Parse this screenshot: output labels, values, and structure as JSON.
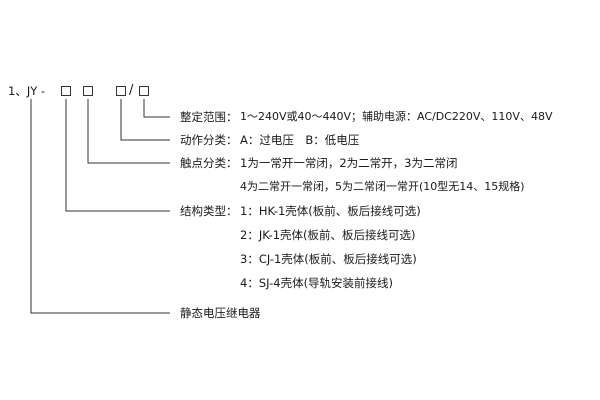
{
  "model_code": {
    "prefix": "1、JY -",
    "separator": "/"
  },
  "fields": {
    "setting_range": {
      "label": "整定范围：",
      "value": "1～240V或40～440V；辅助电源：AC/DC220V、110V、48V"
    },
    "action_class": {
      "label": "动作分类：",
      "value": "A：过电压　B：低电压"
    },
    "contact_class": {
      "label": "触点分类：",
      "lines": [
        "1为一常开一常闭，2为二常开，3为二常闭",
        "4为二常开一常闭，5为二常闭一常开(10型无14、15规格)"
      ]
    },
    "structure_type": {
      "label": "结构类型：",
      "lines": [
        "1：HK-1壳体(板前、板后接线可选)",
        "2：JK-1壳体(板前、板后接线可选)",
        "3：CJ-1壳体(板前、板后接线可选)",
        "4：SJ-4壳体(导轨安装前接线)"
      ]
    },
    "product_name": {
      "label": "静态电压继电器"
    }
  },
  "colors": {
    "line": "#333333",
    "text": "#1a1a1a"
  }
}
